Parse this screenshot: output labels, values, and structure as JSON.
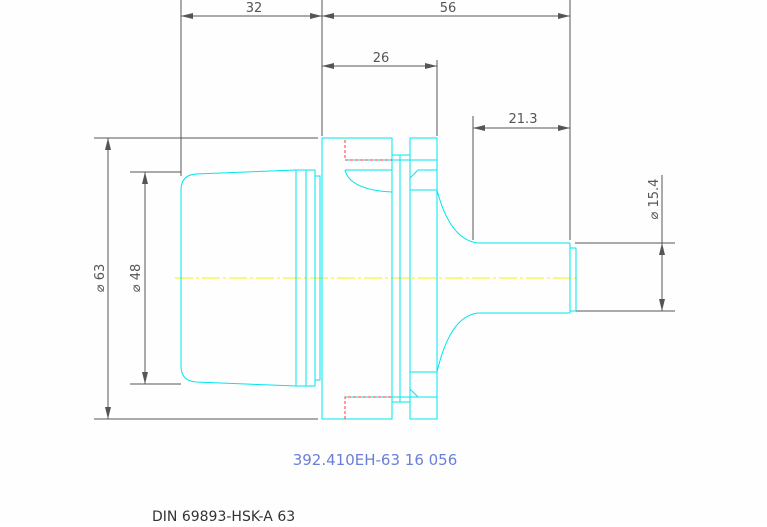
{
  "dimensions": {
    "d1": "32",
    "d2": "56",
    "d3": "26",
    "d4": "21.3",
    "d5": "⌀ 15.4",
    "d6": "⌀ 48",
    "d7": "⌀ 63"
  },
  "part_number": "392.410EH-63 16 056",
  "standard": "DIN 69893-HSK-A 63",
  "colors": {
    "outline": "#00e5ee",
    "dimension": "#555555",
    "hidden": "#ff3b3b",
    "centerline": "#f4f400",
    "part_text": "#6a7fd8"
  }
}
